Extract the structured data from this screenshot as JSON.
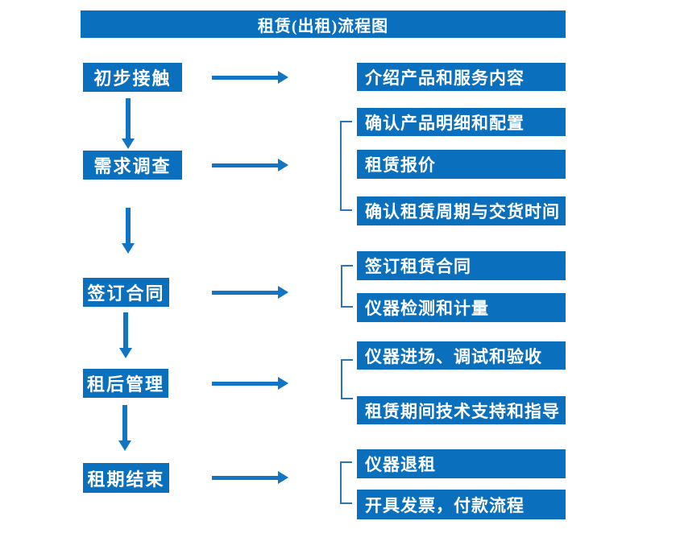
{
  "title": "租赁(出租)流程图",
  "colors": {
    "primary": "#0a70be",
    "arrow": "#1274c5",
    "bracket": "#2e75b6",
    "text": "#ffffff",
    "background": "#ffffff"
  },
  "steps": [
    {
      "label": "初步接触",
      "details": [
        "介绍产品和服务内容"
      ]
    },
    {
      "label": "需求调查",
      "details": [
        "确认产品明细和配置",
        "租赁报价",
        "确认租赁周期与交货时间"
      ]
    },
    {
      "label": "签订合同",
      "details": [
        "签订租赁合同",
        "仪器检测和计量"
      ]
    },
    {
      "label": "租后管理",
      "details": [
        "仪器进场、调试和验收",
        "租赁期间技术支持和指导"
      ]
    },
    {
      "label": "租期结束",
      "details": [
        "仪器退租",
        "开具发票，付款流程"
      ]
    }
  ]
}
